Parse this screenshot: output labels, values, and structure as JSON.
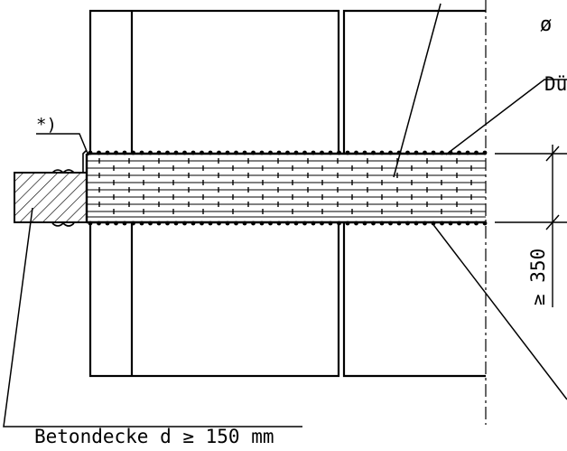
{
  "labels": {
    "footnote_mark": "*)",
    "diameter_symbol": "ø",
    "duct_label_partial": "Dü",
    "slab_label": "Betondecke d ≥ 150 mm",
    "dimension_label": "≥ 350"
  },
  "colors": {
    "ink": "#000000",
    "background": "#ffffff"
  }
}
